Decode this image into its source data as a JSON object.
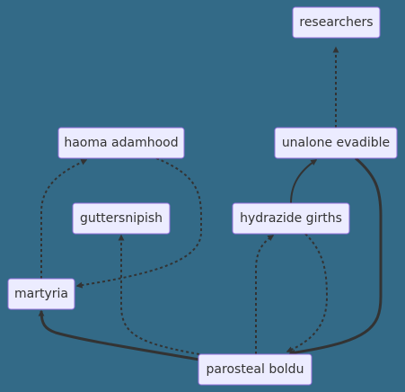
{
  "diagram": {
    "background_color": "#336a87",
    "node_fill": "#ececff",
    "node_stroke": "#9370db",
    "edge_color": "#333333",
    "nodes": {
      "researchers": "researchers",
      "unalone_evadible": "unalone evadible",
      "haoma_adamhood": "haoma adamhood",
      "guttersnipish": "guttersnipish",
      "hydrazide_girths": "hydrazide girths",
      "martyria": "martyria",
      "parosteal_boldu": "parosteal boldu"
    },
    "edges": [
      {
        "from": "unalone evadible",
        "to": "researchers",
        "style": "dotted"
      },
      {
        "from": "hydrazide girths",
        "to": "unalone evadible",
        "style": "solid"
      },
      {
        "from": "unalone evadible",
        "to": "parosteal boldu",
        "style": "thick"
      },
      {
        "from": "martyria",
        "to": "haoma adamhood",
        "style": "dotted"
      },
      {
        "from": "haoma adamhood",
        "to": "martyria",
        "style": "dotted"
      },
      {
        "from": "parosteal boldu",
        "to": "guttersnipish",
        "style": "dotted"
      },
      {
        "from": "parosteal boldu",
        "to": "hydrazide girths",
        "style": "dotted"
      },
      {
        "from": "hydrazide girths",
        "to": "parosteal boldu",
        "style": "dotted"
      },
      {
        "from": "parosteal boldu",
        "to": "martyria",
        "style": "thick"
      }
    ]
  }
}
